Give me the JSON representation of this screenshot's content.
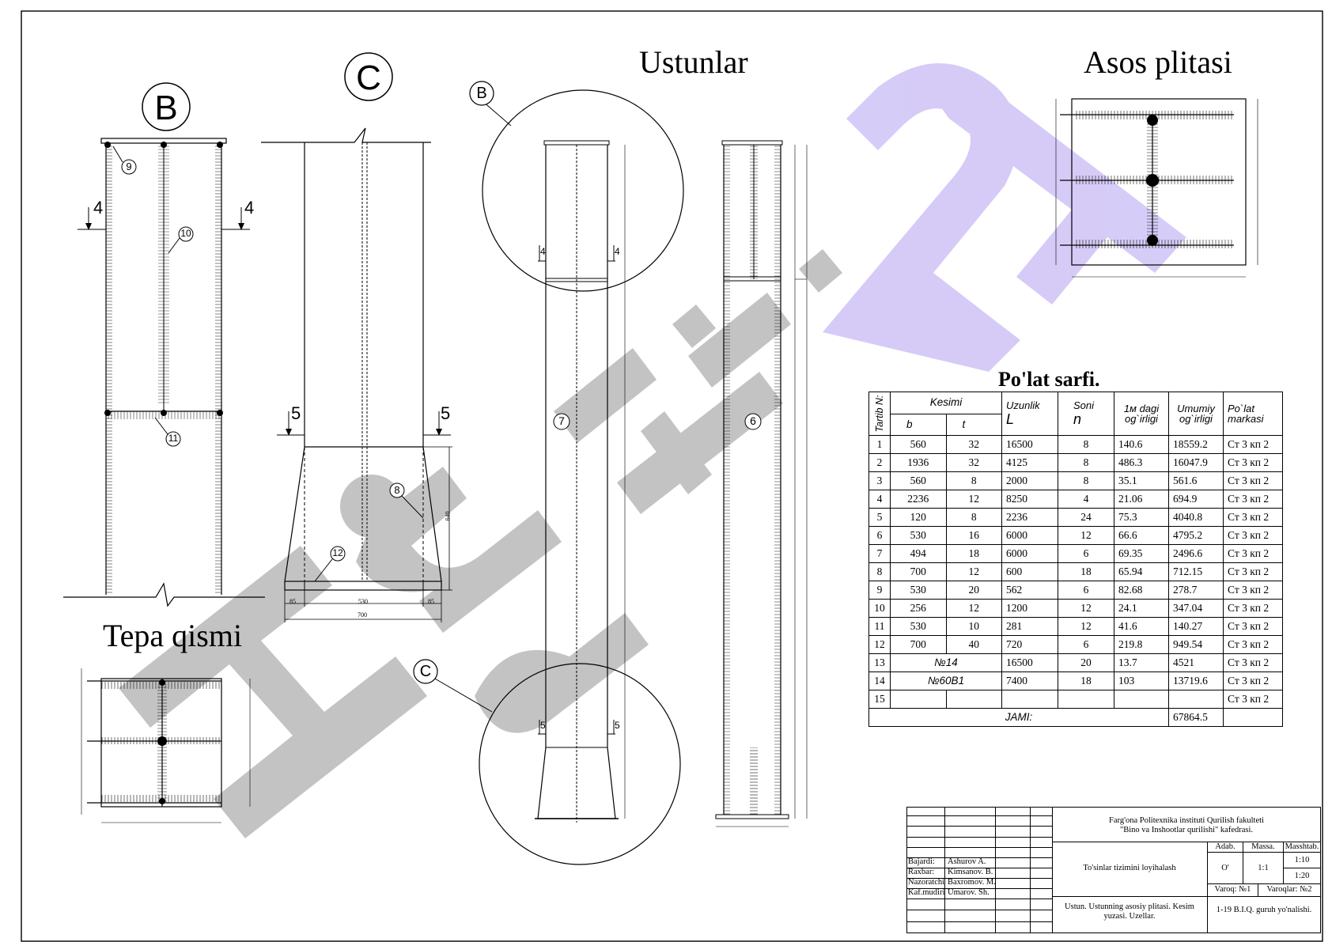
{
  "titles": {
    "ustunlar": "Ustunlar",
    "asos_plitasi": "Asos plitasi",
    "tepa_qismi": "Tepa qismi",
    "polat_sarfi": "Po'lat sarfi."
  },
  "views": {
    "B": "B",
    "C": "C",
    "node_B": "B",
    "node_C": "C"
  },
  "section_marks": {
    "s4": "4",
    "s5": "5"
  },
  "markers": [
    "6",
    "7",
    "8",
    "9",
    "10",
    "11",
    "12"
  ],
  "dimensions": {
    "d85_left": "85",
    "d530": "530",
    "d85_right": "85",
    "d700": "700",
    "d640": "640"
  },
  "table": {
    "headers": {
      "tartib": "Tartib N:",
      "kesimi": "Kesimi",
      "b": "b",
      "t": "t",
      "uzunlik": "Uzunlik",
      "L": "L",
      "soni": "Soni",
      "n": "n",
      "dagi_1": "1м dagi",
      "dagi_2": "og`irligi",
      "umumiy_1": "Umumiy",
      "umumiy_2": "og`irligi",
      "polat_1": "Po`lat",
      "polat_2": "markasi"
    },
    "rows": [
      {
        "n": "1",
        "b": "560",
        "t": "32",
        "L": "16500",
        "soni": "8",
        "w1": "140.6",
        "wt": "18559.2",
        "mark": "Ст 3 кп 2"
      },
      {
        "n": "2",
        "b": "1936",
        "t": "32",
        "L": "4125",
        "soni": "8",
        "w1": "486.3",
        "wt": "16047.9",
        "mark": "Ст 3 кп 2"
      },
      {
        "n": "3",
        "b": "560",
        "t": "8",
        "L": "2000",
        "soni": "8",
        "w1": "35.1",
        "wt": "561.6",
        "mark": "Ст 3 кп 2"
      },
      {
        "n": "4",
        "b": "2236",
        "t": "12",
        "L": "8250",
        "soni": "4",
        "w1": "21.06",
        "wt": "694.9",
        "mark": "Ст 3 кп 2"
      },
      {
        "n": "5",
        "b": "120",
        "t": "8",
        "L": "2236",
        "soni": "24",
        "w1": "75.3",
        "wt": "4040.8",
        "mark": "Ст 3 кп 2"
      },
      {
        "n": "6",
        "b": "530",
        "t": "16",
        "L": "6000",
        "soni": "12",
        "w1": "66.6",
        "wt": "4795.2",
        "mark": "Ст 3 кп 2"
      },
      {
        "n": "7",
        "b": "494",
        "t": "18",
        "L": "6000",
        "soni": "6",
        "w1": "69.35",
        "wt": "2496.6",
        "mark": "Ст 3 кп 2"
      },
      {
        "n": "8",
        "b": "700",
        "t": "12",
        "L": "600",
        "soni": "18",
        "w1": "65.94",
        "wt": "712.15",
        "mark": "Ст 3 кп 2"
      },
      {
        "n": "9",
        "b": "530",
        "t": "20",
        "L": "562",
        "soni": "6",
        "w1": "82.68",
        "wt": "278.7",
        "mark": "Ст 3 кп 2"
      },
      {
        "n": "10",
        "b": "256",
        "t": "12",
        "L": "1200",
        "soni": "12",
        "w1": "24.1",
        "wt": "347.04",
        "mark": "Ст 3 кп 2"
      },
      {
        "n": "11",
        "b": "530",
        "t": "10",
        "L": "281",
        "soni": "12",
        "w1": "41.6",
        "wt": "140.27",
        "mark": "Ст 3 кп 2"
      },
      {
        "n": "12",
        "b": "700",
        "t": "40",
        "L": "720",
        "soni": "6",
        "w1": "219.8",
        "wt": "949.54",
        "mark": "Ст 3 кп 2"
      }
    ],
    "merged_rows": [
      {
        "n": "13",
        "profile": "№14",
        "L": "16500",
        "soni": "20",
        "w1": "13.7",
        "wt": "4521",
        "mark": "Ст 3 кп 2"
      },
      {
        "n": "14",
        "profile": "№60В1",
        "L": "7400",
        "soni": "18",
        "w1": "103",
        "wt": "13719.6",
        "mark": "Ст 3 кп 2"
      }
    ],
    "row15": {
      "n": "15",
      "mark": "Ст 3 кп 2"
    },
    "total_label": "JAMI:",
    "total_value": "67864.5"
  },
  "stamp": {
    "institute_1": "Farg'ona Politexnika instituti Qurilish fakulteti",
    "institute_2": "\"Bino va Inshootlar qurilishi\" kafedrasi.",
    "project": "To'sinlar tizimini loyihalash",
    "sheet_title": "Ustun. Ustunning  asosiy plitasi. Kesim yuzasi. Uzellar.",
    "group": "1-19 B.I.Q. guruh yo'nalishi.",
    "adab_label": "Adab.",
    "massa_label": "Massa.",
    "masshtab_label": "Masshtab.",
    "adab_value": "O'",
    "massa_value": "1:1",
    "scale_1": "1:10",
    "scale_2": "1:20",
    "varoq": "Varoq: №1",
    "varoqlar": "Varoqlar: №2",
    "roles": [
      {
        "role": "Bajardi:",
        "name": "Ashurov A."
      },
      {
        "role": "Raxbar:",
        "name": "Kimsanov. B."
      },
      {
        "role": "Nazoratchi",
        "name": "Baxromov. M."
      },
      {
        "role": "Kaf.mudiri",
        "name": "Umarov. Sh."
      }
    ]
  },
  "watermark": {
    "text": "Hujjat24",
    "gray": "#b4b4b4",
    "violet": "#c9b8f5"
  }
}
